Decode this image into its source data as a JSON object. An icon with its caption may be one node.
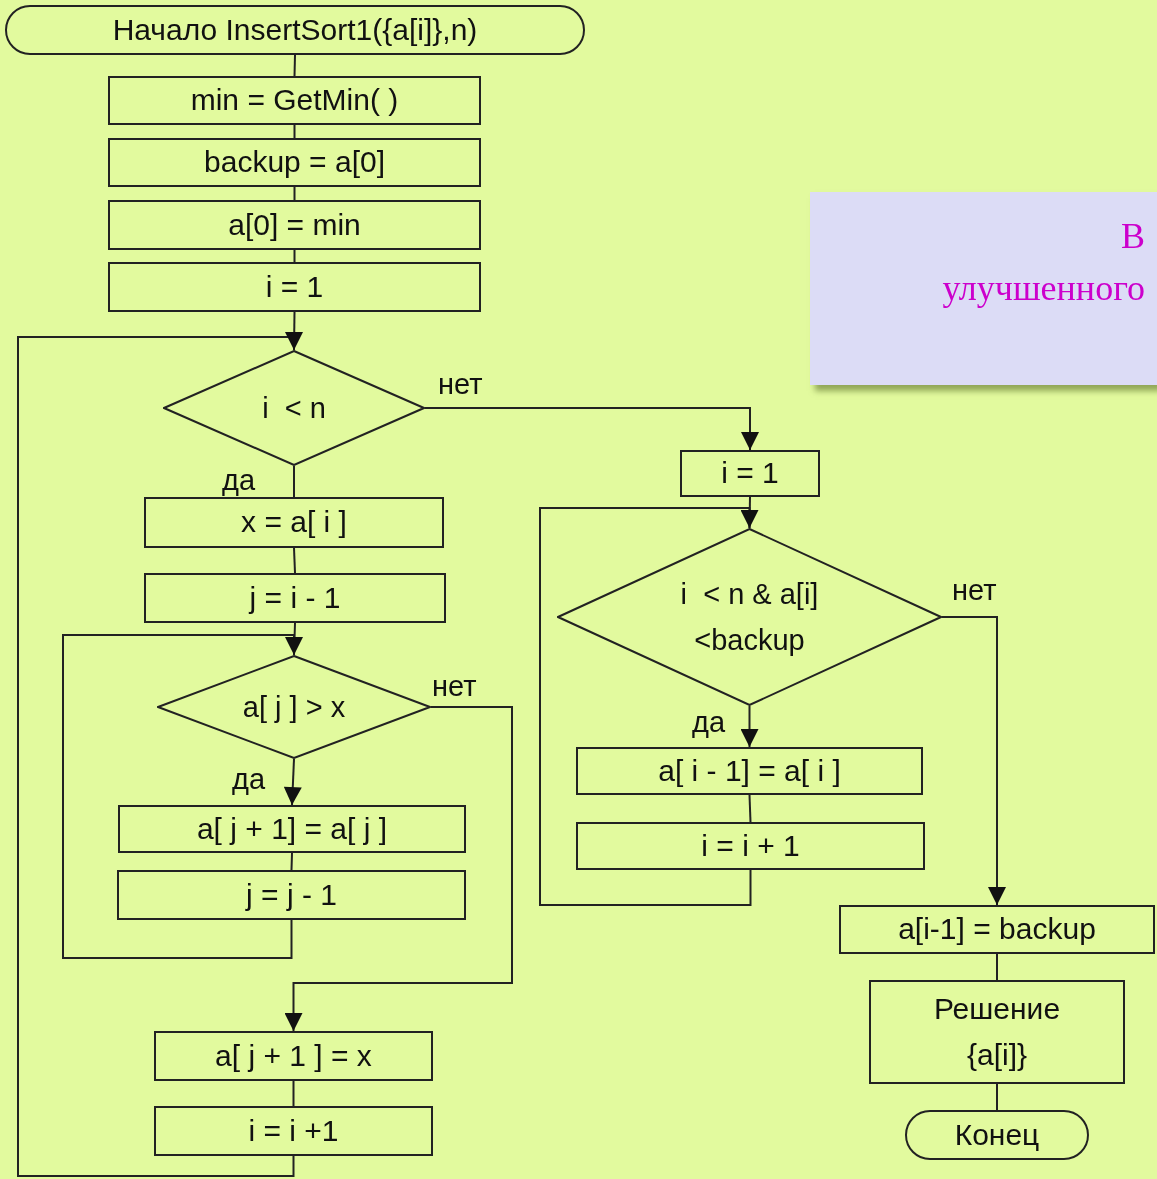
{
  "diagram": {
    "nodes": [
      {
        "text": [
          "Начало InsertSort1({a[i]},n)"
        ]
      },
      {
        "text": [
          "min = GetMin( )"
        ]
      },
      {
        "text": [
          "backup = a[0]"
        ]
      },
      {
        "text": [
          "a[0] = min"
        ]
      },
      {
        "text": [
          "i = 1"
        ]
      },
      {
        "text": [
          "i  < n"
        ]
      },
      {
        "text": [
          "x = a[ i ]"
        ]
      },
      {
        "text": [
          "j = i - 1"
        ]
      },
      {
        "text": [
          "a[ j ] > x"
        ]
      },
      {
        "text": [
          "a[ j + 1] = a[ j ]"
        ]
      },
      {
        "text": [
          "j = j - 1"
        ]
      },
      {
        "text": [
          "a[ j + 1 ] = x"
        ]
      },
      {
        "text": [
          "i = i +1"
        ]
      },
      {
        "text": [
          "i = 1"
        ]
      },
      {
        "text": [
          "i  < n & a[i]<backup"
        ]
      },
      {
        "text": [
          "a[ i - 1] = a[ i ]"
        ]
      },
      {
        "text": [
          "i = i + 1"
        ]
      },
      {
        "text": [
          "a[i-1] = backup"
        ]
      },
      {
        "text": [
          "Решение {a[i]}"
        ]
      },
      {
        "text": [
          "Конец"
        ]
      },
      {
        "text": [
          "В",
          "улучшенного"
        ]
      }
    ],
    "edges": [
      {
        "from": 0,
        "to": 1,
        "arrow": "none"
      },
      {
        "from": 1,
        "to": 2,
        "arrow": "none"
      },
      {
        "from": 2,
        "to": 3,
        "arrow": "none"
      },
      {
        "from": 3,
        "to": 4,
        "arrow": "none"
      },
      {
        "from": 4,
        "to": 5,
        "arrow": "none"
      },
      {
        "from": 5,
        "to": 6,
        "arrow": "none",
        "label": "да"
      },
      {
        "from": 5,
        "to": 13,
        "arrow": "to",
        "label": "нет"
      },
      {
        "from": 6,
        "to": 7,
        "arrow": "none"
      },
      {
        "from": 7,
        "to": 8,
        "arrow": "none"
      },
      {
        "from": 8,
        "to": 9,
        "arrow": "to",
        "label": "да"
      },
      {
        "from": 9,
        "to": 10,
        "arrow": "none"
      },
      {
        "from": 10,
        "to": 8,
        "arrow": "to"
      },
      {
        "from": 8,
        "to": 11,
        "arrow": "to",
        "label": "нет"
      },
      {
        "from": 11,
        "to": 12,
        "arrow": "none"
      },
      {
        "from": 12,
        "to": 5,
        "arrow": "to"
      },
      {
        "from": 13,
        "to": 14,
        "arrow": "none"
      },
      {
        "from": 14,
        "to": 15,
        "arrow": "to",
        "label": "да"
      },
      {
        "from": 15,
        "to": 16,
        "arrow": "none"
      },
      {
        "from": 16,
        "to": 14,
        "arrow": "to"
      },
      {
        "from": 14,
        "to": 17,
        "arrow": "to",
        "label": "нет"
      },
      {
        "from": 17,
        "to": 18,
        "arrow": "none"
      },
      {
        "from": 18,
        "to": 19,
        "arrow": "none"
      }
    ]
  }
}
